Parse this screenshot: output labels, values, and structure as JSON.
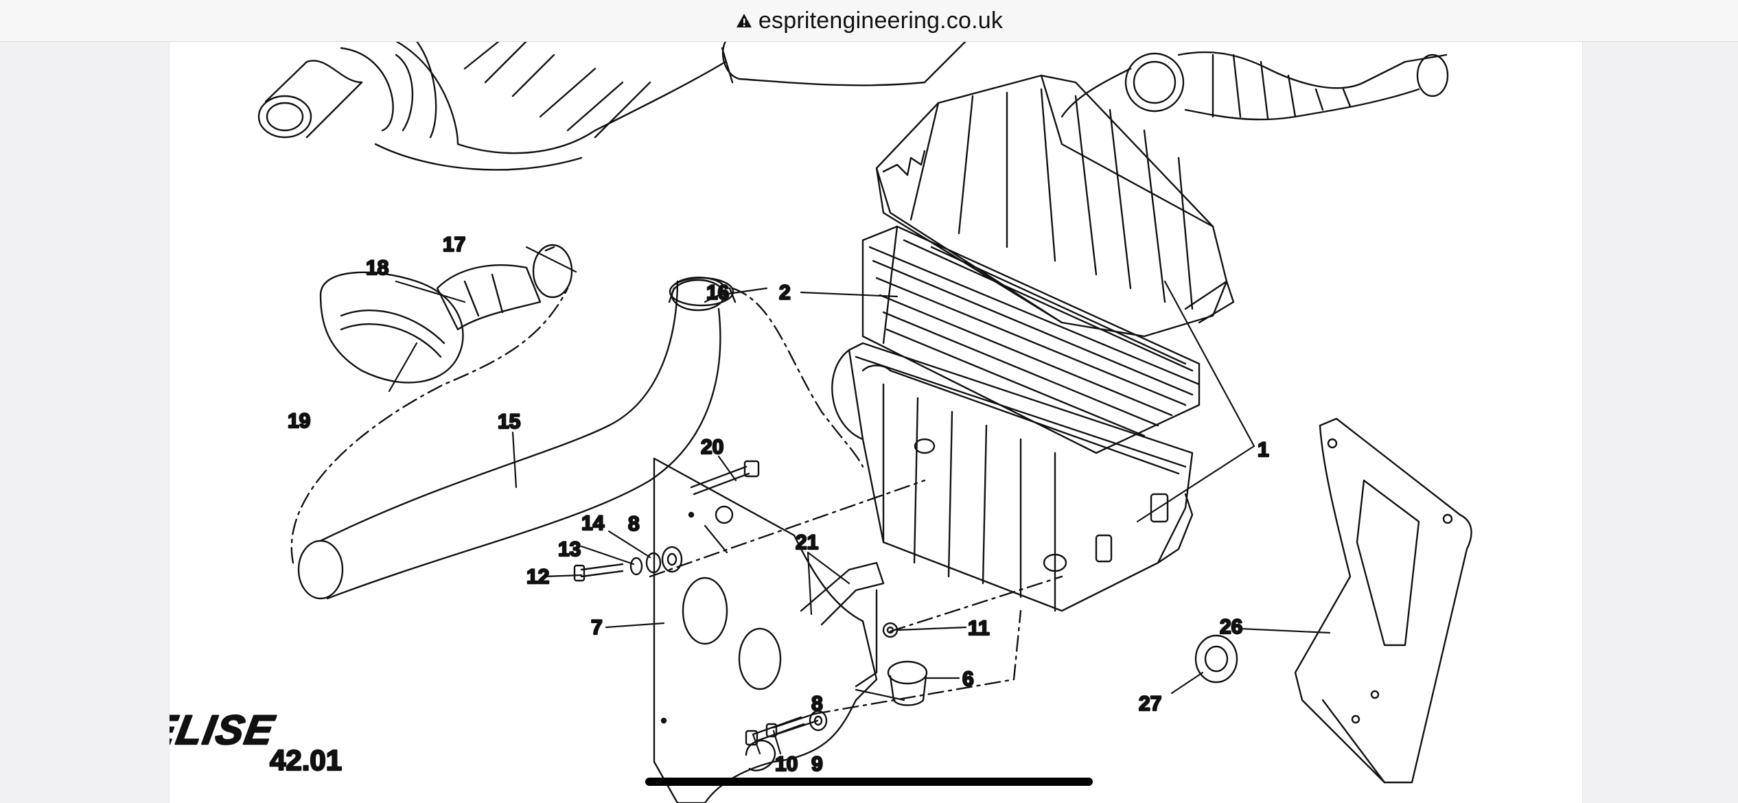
{
  "browser": {
    "url": "espritengineering.co.uk",
    "lock_icon": "lock-warning-icon"
  },
  "diagram": {
    "brand": "ELISE",
    "sheet_number": "42.01",
    "callouts": [
      "1",
      "2",
      "6",
      "7",
      "8",
      "8",
      "9",
      "10",
      "11",
      "12",
      "13",
      "14",
      "15",
      "16",
      "17",
      "18",
      "19",
      "20",
      "21",
      "26",
      "27"
    ]
  },
  "colors": {
    "line": "#111111",
    "background": "#f1f1f3",
    "sheet": "#ffffff"
  }
}
